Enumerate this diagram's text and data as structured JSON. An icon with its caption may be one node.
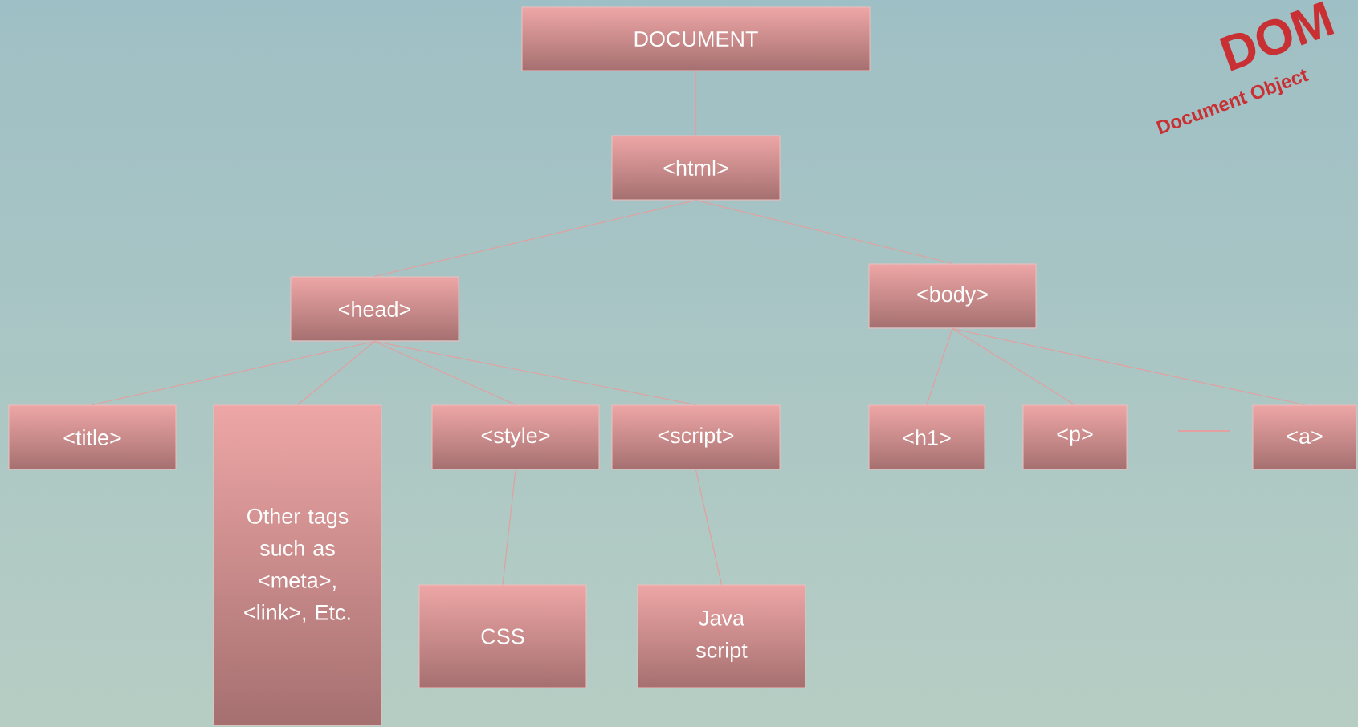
{
  "diagram": {
    "nodes": [
      {
        "text": [
          "DOCUMENT"
        ]
      },
      {
        "text": [
          "<html>"
        ]
      },
      {
        "text": [
          "<head>"
        ]
      },
      {
        "text": [
          "<body>"
        ]
      },
      {
        "text": [
          "<title>"
        ]
      },
      {
        "text": [
          "Other tags such as <meta>, <link>, Etc."
        ]
      },
      {
        "text": [
          "<style>"
        ]
      },
      {
        "text": [
          "<script>"
        ]
      },
      {
        "text": [
          "<h1>"
        ]
      },
      {
        "text": [
          "<p>"
        ]
      },
      {
        "text": [
          "<a>"
        ]
      },
      {
        "text": [
          "CSS"
        ]
      },
      {
        "text": [
          "Java script"
        ]
      }
    ],
    "edges": [
      {
        "from": 0,
        "to": 1,
        "arrow": "none"
      },
      {
        "from": 1,
        "to": 2,
        "arrow": "none"
      },
      {
        "from": 1,
        "to": 3,
        "arrow": "none"
      },
      {
        "from": 2,
        "to": 4,
        "arrow": "none"
      },
      {
        "from": 2,
        "to": 5,
        "arrow": "none"
      },
      {
        "from": 2,
        "to": 6,
        "arrow": "none"
      },
      {
        "from": 2,
        "to": 7,
        "arrow": "none"
      },
      {
        "from": 3,
        "to": 8,
        "arrow": "none"
      },
      {
        "from": 3,
        "to": 9,
        "arrow": "none"
      },
      {
        "from": 3,
        "to": 10,
        "arrow": "none"
      },
      {
        "from": 6,
        "to": 11,
        "arrow": "none"
      },
      {
        "from": 7,
        "to": 12,
        "arrow": "none"
      }
    ],
    "labels": [
      "DOM",
      "Document Object"
    ]
  }
}
